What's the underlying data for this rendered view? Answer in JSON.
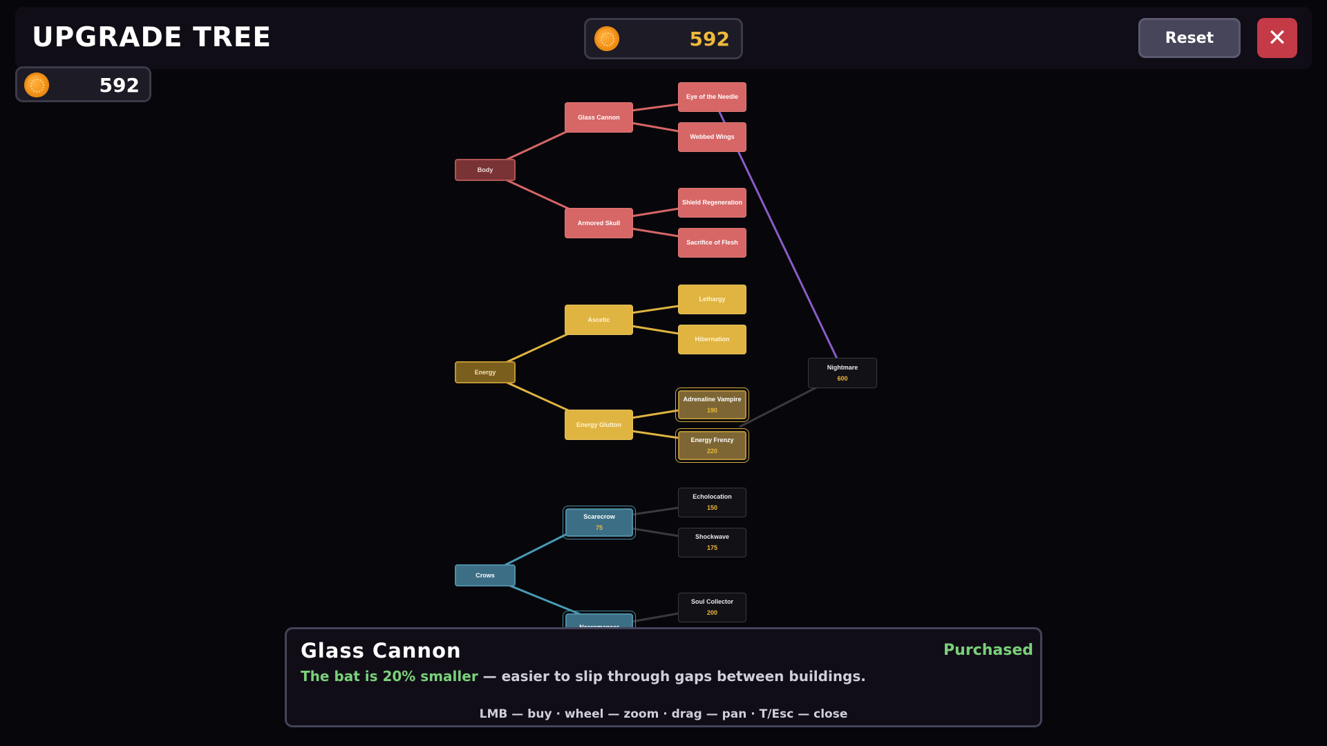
{
  "header": {
    "title": "UPGRADE TREE",
    "coins": "592",
    "reset_label": "Reset",
    "close_icon": "✕"
  },
  "wallet": {
    "coins": "592"
  },
  "colors": {
    "body_branch": "#d76666",
    "energy_branch": "#e0b441",
    "crows_branch": "#3c6f86",
    "nightmare_link": "#8a5cc8",
    "accent_gold": "#f0b93a",
    "purchased_green": "#7ad17a"
  },
  "nodes": {
    "body": {
      "label": "Body"
    },
    "glass_cannon": {
      "label": "Glass Cannon"
    },
    "armored_skull": {
      "label": "Armored Skull"
    },
    "eye_of_the_needle": {
      "label": "Eye of the Needle"
    },
    "webbed_wings": {
      "label": "Webbed Wings"
    },
    "shield_regeneration": {
      "label": "Shield Regeneration"
    },
    "sacrifice_of_flesh": {
      "label": "Sacrifice of Flesh"
    },
    "energy": {
      "label": "Energy"
    },
    "ascetic": {
      "label": "Ascetic"
    },
    "energy_glutton": {
      "label": "Energy Glutton"
    },
    "lethargy": {
      "label": "Lethargy"
    },
    "hibernation": {
      "label": "Hibernation"
    },
    "adrenaline_vampire": {
      "label": "Adrenaline Vampire",
      "cost": "190"
    },
    "energy_frenzy": {
      "label": "Energy Frenzy",
      "cost": "220"
    },
    "nightmare": {
      "label": "Nightmare",
      "cost": "600"
    },
    "crows": {
      "label": "Crows"
    },
    "scarecrow": {
      "label": "Scarecrow",
      "cost": "75"
    },
    "necromancer": {
      "label": "Necromancer"
    },
    "echolocation": {
      "label": "Echolocation",
      "cost": "150"
    },
    "shockwave": {
      "label": "Shockwave",
      "cost": "175"
    },
    "soul_collector": {
      "label": "Soul Collector",
      "cost": "200"
    }
  },
  "tooltip": {
    "title": "Glass Cannon",
    "status": "Purchased",
    "desc_highlight": "The bat is 20% smaller",
    "desc_rest": " — easier to slip through gaps between buildings.",
    "hint": "LMB — buy · wheel — zoom · drag — pan · T/Esc — close"
  }
}
